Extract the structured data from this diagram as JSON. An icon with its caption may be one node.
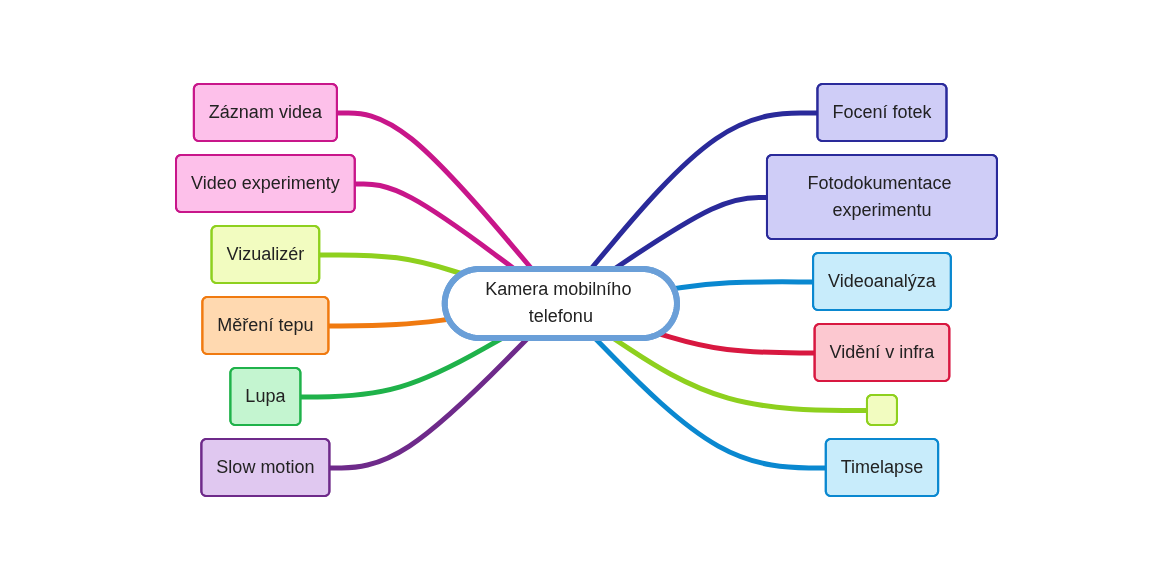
{
  "diagram": {
    "nodes": [
      {
        "text": [
          "Kamera mobilního telefonu"
        ]
      },
      {
        "text": [
          "Záznam videa"
        ]
      },
      {
        "text": [
          "Video experimenty"
        ]
      },
      {
        "text": [
          "Vizualizér"
        ]
      },
      {
        "text": [
          "Měření tepu"
        ]
      },
      {
        "text": [
          "Lupa"
        ]
      },
      {
        "text": [
          "Slow motion"
        ]
      },
      {
        "text": [
          "Focení fotek"
        ]
      },
      {
        "text": [
          "Fotodokumentace experimentu"
        ]
      },
      {
        "text": [
          "Videoanalýza"
        ]
      },
      {
        "text": [
          "Vidění v infra"
        ]
      },
      {
        "text": [],
        "shape": "box"
      },
      {
        "text": [
          "Timelapse"
        ]
      }
    ],
    "edges": [
      {
        "from": 1,
        "to": 0,
        "arrow": "none",
        "color": "#c8168a"
      },
      {
        "from": 2,
        "to": 0,
        "arrow": "none",
        "color": "#c8168a"
      },
      {
        "from": 3,
        "to": 0,
        "arrow": "none",
        "color": "#8ed01e"
      },
      {
        "from": 4,
        "to": 0,
        "arrow": "none",
        "color": "#f07a10"
      },
      {
        "from": 5,
        "to": 0,
        "arrow": "none",
        "color": "#1fb24a"
      },
      {
        "from": 6,
        "to": 0,
        "arrow": "none",
        "color": "#6e2a8a"
      },
      {
        "from": 0,
        "to": 7,
        "arrow": "none",
        "color": "#2a2a9a"
      },
      {
        "from": 0,
        "to": 8,
        "arrow": "none",
        "color": "#2a2a9a"
      },
      {
        "from": 0,
        "to": 9,
        "arrow": "none",
        "color": "#0a88d0"
      },
      {
        "from": 0,
        "to": 10,
        "arrow": "none",
        "color": "#d81840"
      },
      {
        "from": 0,
        "to": 11,
        "arrow": "none",
        "color": "#8ed01e"
      },
      {
        "from": 0,
        "to": 12,
        "arrow": "none",
        "color": "#0a88d0"
      }
    ]
  }
}
